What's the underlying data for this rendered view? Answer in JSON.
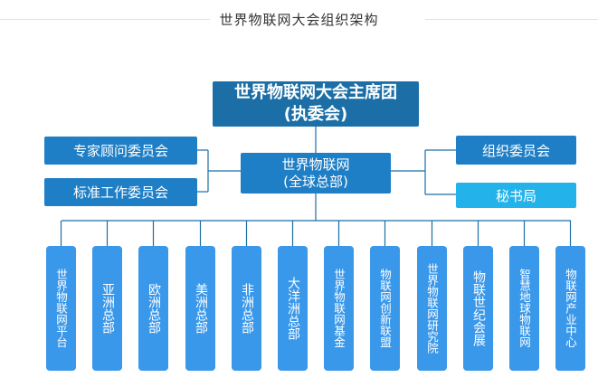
{
  "title": "世界物联网大会组织架构",
  "presidium": {
    "line1": "世界物联网大会主席团",
    "line2": "(执委会)"
  },
  "hq": {
    "line1": "世界物联网",
    "line2": "(全球总部)"
  },
  "left_committees": [
    "专家顾问委员会",
    "标准工作委员会"
  ],
  "right_committees": [
    "组织委员会",
    "秘书局"
  ],
  "branches": [
    "世界物联网平台",
    "亚洲总部",
    "欧洲总部",
    "美洲总部",
    "非洲总部",
    "大洋洲总部",
    "世界物联网基金",
    "物联网创新联盟",
    "世界物联网研究院",
    "物联世纪会展",
    "智慧地球物联网",
    "物联网产业中心"
  ],
  "colors": {
    "dark": "#1c6fa6",
    "mid": "#1f7fc6",
    "light": "#23b3ea",
    "column": "#3a98ea",
    "line": "#1c6fa6"
  }
}
